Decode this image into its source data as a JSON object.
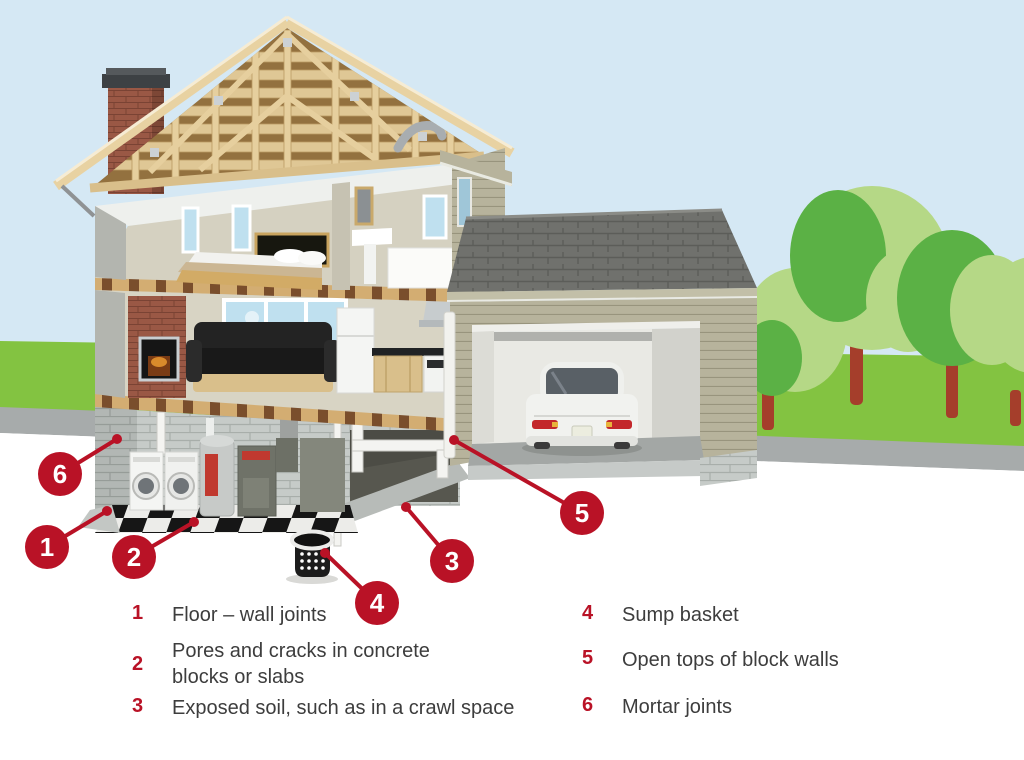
{
  "colors": {
    "accent": "#b91226",
    "text": "#3d3d3d",
    "sky": "#d5e8f4",
    "grass": "#83c341",
    "road": "#a7abab",
    "tree_light": "#b5d886",
    "tree_dark": "#5bb145",
    "tree_trunk": "#a53e2b"
  },
  "callouts": [
    {
      "number": "1"
    },
    {
      "number": "2"
    },
    {
      "number": "3"
    },
    {
      "number": "4"
    },
    {
      "number": "5"
    },
    {
      "number": "6"
    }
  ],
  "legend": {
    "items": [
      {
        "number": "1",
        "label": "Floor – wall joints"
      },
      {
        "number": "2",
        "label": "Pores and cracks in concrete blocks or slabs"
      },
      {
        "number": "3",
        "label": "Exposed soil, such as in a crawl space"
      },
      {
        "number": "4",
        "label": "Sump basket"
      },
      {
        "number": "5",
        "label": "Open tops of block walls"
      },
      {
        "number": "6",
        "label": "Mortar joints"
      }
    ]
  }
}
